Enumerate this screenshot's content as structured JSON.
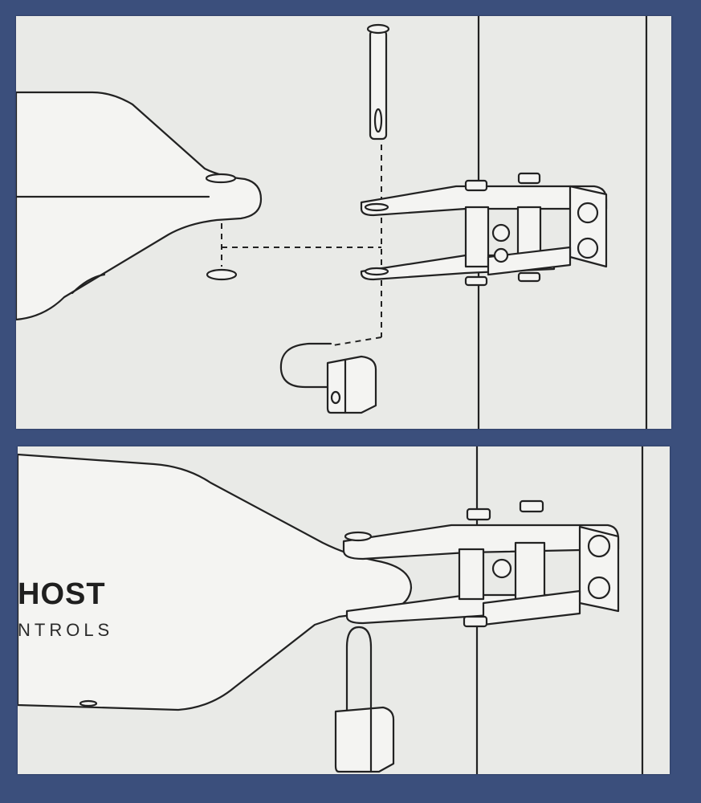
{
  "brand": {
    "logo_text": "HOST",
    "logo_subtext": "NTROLS"
  },
  "colors": {
    "background": "#3b4f7c",
    "panel": "#e9eae7",
    "line": "#222222"
  },
  "panels": [
    {
      "name": "exploded-assembly-view"
    },
    {
      "name": "assembled-view"
    }
  ]
}
